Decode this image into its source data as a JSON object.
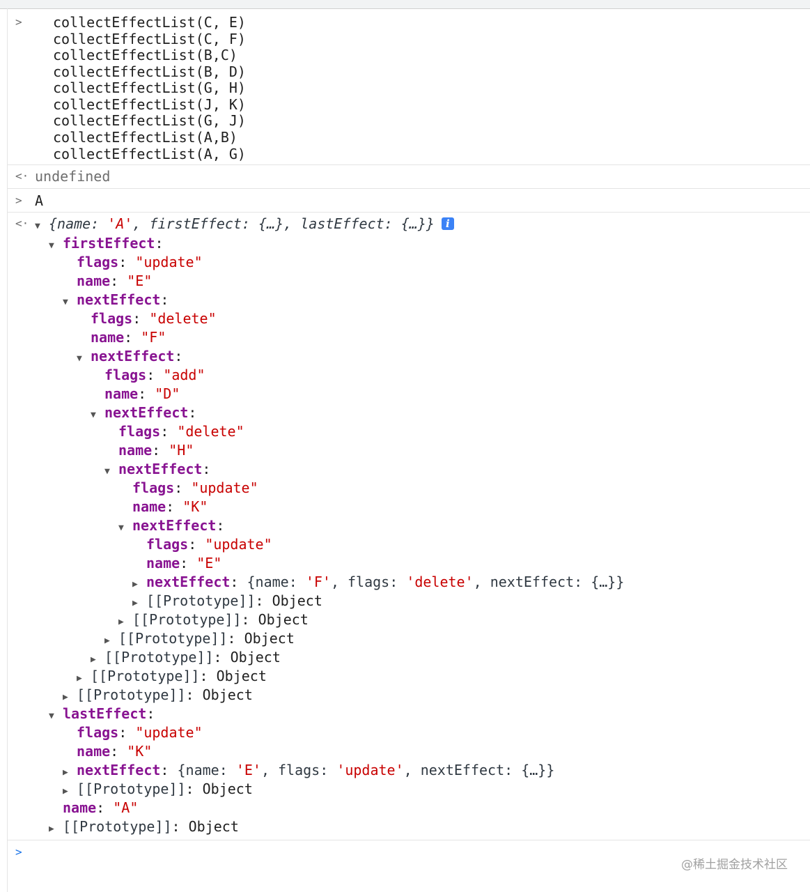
{
  "console": {
    "input_block": [
      "collectEffectList(C, E)",
      "collectEffectList(C, F)",
      "collectEffectList(B,C)",
      "collectEffectList(B, D)",
      "collectEffectList(G, H)",
      "collectEffectList(J, K)",
      "collectEffectList(G, J)",
      "collectEffectList(A,B)",
      "collectEffectList(A, G)"
    ],
    "result_1": "undefined",
    "input_2": "A",
    "summary": {
      "prefix": "{name: ",
      "name_val": "'A'",
      "mid": ", firstEffect: {…}, lastEffect: {…}}",
      "info_glyph": "i"
    },
    "tree": [
      {
        "k": "firstEffect",
        "v": ""
      },
      {
        "k": "flags",
        "v": "\"update\""
      },
      {
        "k": "name",
        "v": "\"E\""
      },
      {
        "k": "nextEffect",
        "v": ""
      },
      {
        "k": "flags",
        "v": "\"delete\""
      },
      {
        "k": "name",
        "v": "\"F\""
      },
      {
        "k": "nextEffect",
        "v": ""
      },
      {
        "k": "flags",
        "v": "\"add\""
      },
      {
        "k": "name",
        "v": "\"D\""
      },
      {
        "k": "nextEffect",
        "v": ""
      },
      {
        "k": "flags",
        "v": "\"delete\""
      },
      {
        "k": "name",
        "v": "\"H\""
      },
      {
        "k": "nextEffect",
        "v": ""
      },
      {
        "k": "flags",
        "v": "\"update\""
      },
      {
        "k": "name",
        "v": "\"K\""
      },
      {
        "k": "nextEffect",
        "v": ""
      },
      {
        "k": "flags",
        "v": "\"update\""
      },
      {
        "k": "name",
        "v": "\"E\""
      }
    ],
    "collapsed_next_1": {
      "key": "nextEffect",
      "p1": "{name: ",
      "name": "'F'",
      "p2": ", flags: ",
      "flags": "'delete'",
      "p3": ", nextEffect: {…}}"
    },
    "proto_label": "[[Prototype]]",
    "proto_value": "Object",
    "last_effect": {
      "key": "lastEffect",
      "flags_key": "flags",
      "flags_val": "\"update\"",
      "name_key": "name",
      "name_val": "\"K\""
    },
    "collapsed_next_2": {
      "key": "nextEffect",
      "p1": "{name: ",
      "name": "'E'",
      "p2": ", flags: ",
      "flags": "'update'",
      "p3": ", nextEffect: {…}}"
    },
    "root_name_key": "name",
    "root_name_val": "\"A\"",
    "colon": ": "
  },
  "watermark": "@稀土掘金技术社区",
  "icons": {
    "prompt": "chevron-right-icon",
    "result": "return-arrow-icon",
    "expanded": "triangle-down-icon",
    "collapsed": "triangle-right-icon"
  }
}
